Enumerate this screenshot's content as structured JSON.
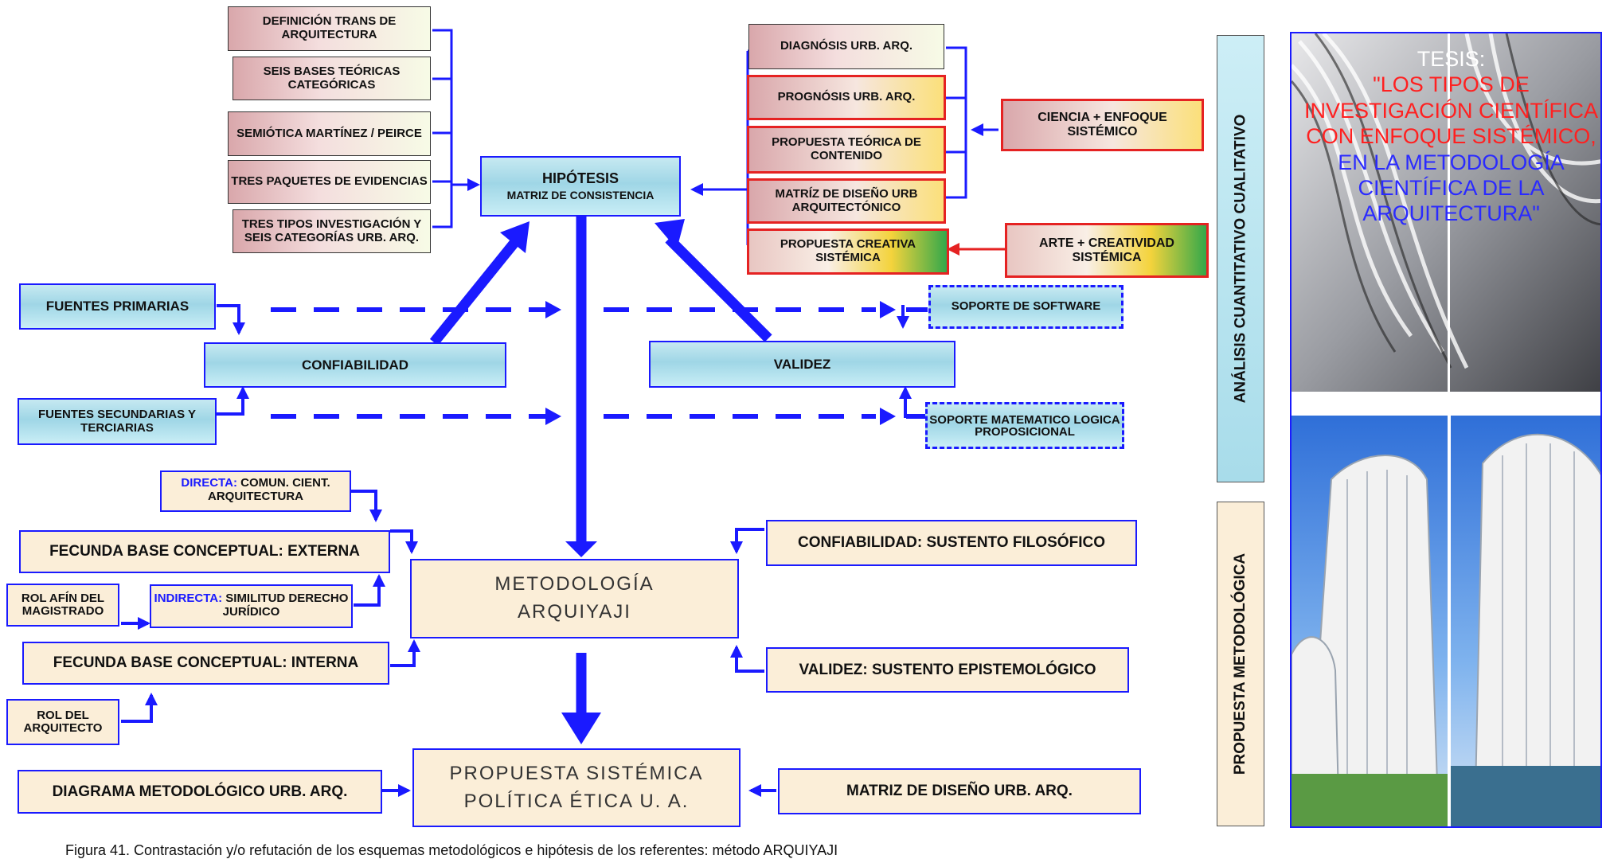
{
  "top_left_boxes": [
    {
      "text": "DEFINICIÓN TRANS DE ARQUITECTURA"
    },
    {
      "text": "SEIS BASES TEÓRICAS CATEGÓRICAS"
    },
    {
      "text": "SEMIÓTICA MARTÍNEZ / PEIRCE"
    },
    {
      "text": "TRES PAQUETES DE EVIDENCIAS"
    },
    {
      "text": "TRES TIPOS INVESTIGACIÓN Y SEIS CATEGORÍAS URB. ARQ."
    }
  ],
  "hypothesis": {
    "line1": "HIPÓTESIS",
    "line2": "MATRIZ DE CONSISTENCIA"
  },
  "top_right_boxes": [
    {
      "text": "DIAGNÓSIS URB. ARQ."
    },
    {
      "text": "PROGNÓSIS URB. ARQ."
    },
    {
      "text": "PROPUESTA TEÓRICA DE CONTENIDO"
    },
    {
      "text": "MATRÍZ DE DISEÑO URB ARQUITECTÓNICO"
    },
    {
      "text": "PROPUESTA CREATIVA SISTÉMICA"
    }
  ],
  "science_box": "CIENCIA + ENFOQUE SISTÉMICO",
  "art_box": "ARTE + CREATIVIDAD SISTÉMICA",
  "fuentes_primarias": "FUENTES PRIMARIAS",
  "fuentes_secundarias": "FUENTES SECUNDARIAS Y TERCIARIAS",
  "confiabilidad": "CONFIABILIDAD",
  "validez": "VALIDEZ",
  "soporte_software": "SOPORTE DE SOFTWARE",
  "soporte_matematico": "SOPORTE MATEMATICO LOGICA PROPOSICIONAL",
  "directa": {
    "prefix": "DIRECTA:",
    "text": "COMUN. CIENT. ARQUITECTURA"
  },
  "indirecta": {
    "prefix": "INDIRECTA:",
    "text": "SIMILITUD DERECHO JURÍDICO"
  },
  "fecunda_externa": "FECUNDA BASE CONCEPTUAL: EXTERNA",
  "fecunda_interna": "FECUNDA BASE CONCEPTUAL: INTERNA",
  "rol_magistrado": "ROL AFÍN DEL MAGISTRADO",
  "rol_arquitecto": "ROL DEL ARQUITECTO",
  "metodologia": {
    "line1": "METODOLOGÍA",
    "line2": "ARQUIYAJI"
  },
  "conf_filosofico": "CONFIABILIDAD: SUSTENTO FILOSÓFICO",
  "validez_epistemologico": "VALIDEZ: SUSTENTO EPISTEMOLÓGICO",
  "propuesta": {
    "line1": "PROPUESTA SISTÉMICA",
    "line2": "POLÍTICA ÉTICA U. A."
  },
  "diagrama_metodologico": "DIAGRAMA METODOLÓGICO URB. ARQ.",
  "matriz_diseno": "MATRIZ DE DISEÑO URB. ARQ.",
  "side_label_top": "ANÁLISIS CUANTITATIVO CUALITATIVO",
  "side_label_bottom": "PROPUESTA METODOLÓGICA",
  "thesis": {
    "label": "TESIS:",
    "red_part": "\"LOS TIPOS DE INVESTIGACIÓN CIENTÍFICA CON ENFOQUE SISTÉMICO,",
    "blue_part": "EN LA METODOLOGÍA CIENTÍFICA DE LA ARQUITECTURA\""
  },
  "caption": "Figura 41. Contrastación y/o refutación de los esquemas metodológicos e hipótesis de los referentes: método ARQUIYAJI",
  "colors": {
    "arrow_blue": "#1a1aff",
    "arrow_red": "#e52222",
    "title_red": "#ff2020",
    "title_blue": "#2a2aff"
  }
}
